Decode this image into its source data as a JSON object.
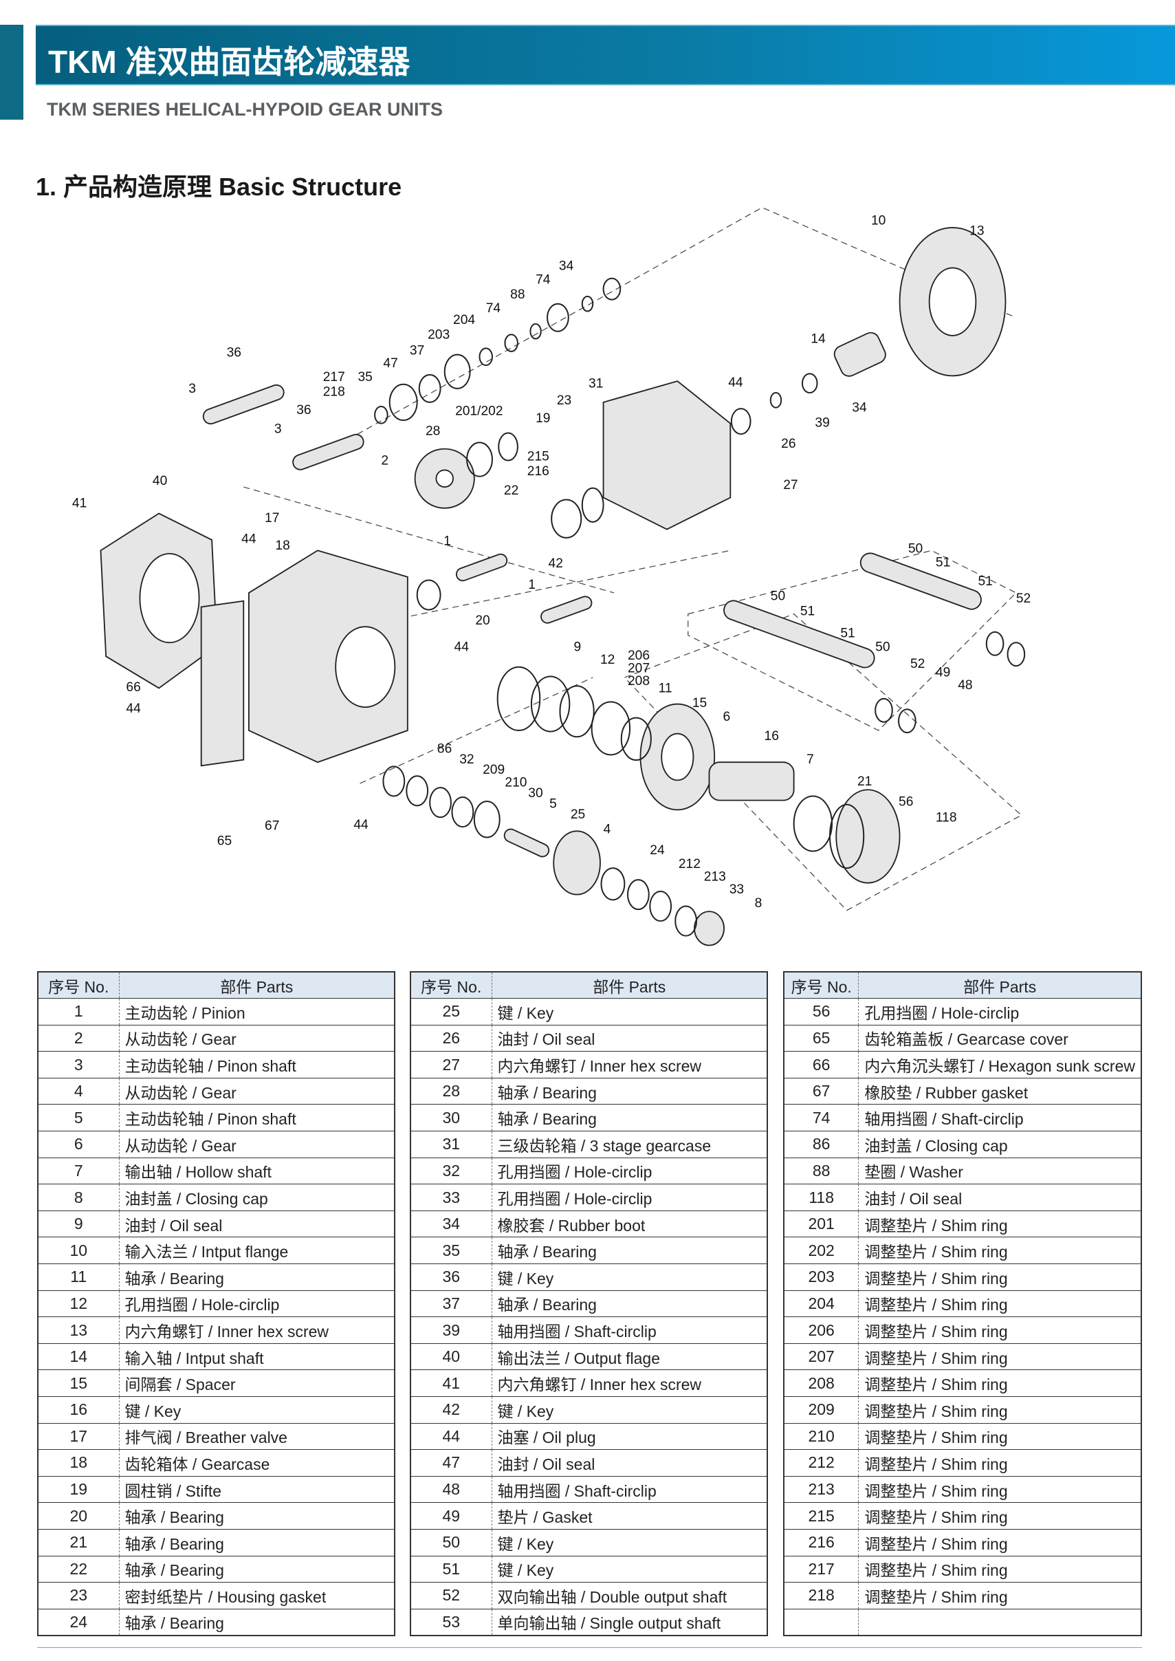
{
  "header": {
    "title": "TKM 准双曲面齿轮减速器",
    "subtitle": "TKM SERIES HELICAL-HYPOID GEAR UNITS",
    "section": "1. 产品构造原理 Basic Structure"
  },
  "diagram": {
    "labels": [
      "10",
      "13",
      "34",
      "74",
      "88",
      "74",
      "204",
      "203",
      "37",
      "47",
      "36",
      "3",
      "217",
      "218",
      "35",
      "36",
      "3",
      "201/202",
      "28",
      "2",
      "19",
      "23",
      "31",
      "44",
      "14",
      "34",
      "39",
      "26",
      "27",
      "215",
      "216",
      "22",
      "40",
      "41",
      "17",
      "44",
      "18",
      "1",
      "42",
      "1",
      "20",
      "44",
      "66",
      "44",
      "65",
      "67",
      "44",
      "9",
      "12",
      "206",
      "207",
      "208",
      "11",
      "15",
      "6",
      "16",
      "7",
      "21",
      "56",
      "118",
      "86",
      "32",
      "209",
      "210",
      "30",
      "5",
      "25",
      "4",
      "24",
      "212",
      "213",
      "33",
      "8",
      "50",
      "51",
      "51",
      "52",
      "50",
      "51",
      "51",
      "50",
      "52",
      "49",
      "48"
    ]
  },
  "tables": [
    {
      "header": {
        "no": "序号 No.",
        "parts": "部件 Parts"
      },
      "rows": [
        [
          "1",
          "主动齿轮 / Pinion"
        ],
        [
          "2",
          "从动齿轮 / Gear"
        ],
        [
          "3",
          "主动齿轮轴 / Pinon shaft"
        ],
        [
          "4",
          "从动齿轮 / Gear"
        ],
        [
          "5",
          "主动齿轮轴 / Pinon shaft"
        ],
        [
          "6",
          "从动齿轮 / Gear"
        ],
        [
          "7",
          "输出轴 / Hollow shaft"
        ],
        [
          "8",
          "油封盖 / Closing cap"
        ],
        [
          "9",
          "油封 / Oil seal"
        ],
        [
          "10",
          "输入法兰 / Intput flange"
        ],
        [
          "11",
          "轴承 / Bearing"
        ],
        [
          "12",
          "孔用挡圈 / Hole-circlip"
        ],
        [
          "13",
          "内六角螺钉 / Inner hex screw"
        ],
        [
          "14",
          "输入轴 / Intput shaft"
        ],
        [
          "15",
          "间隔套 / Spacer"
        ],
        [
          "16",
          "键 / Key"
        ],
        [
          "17",
          "排气阀 / Breather valve"
        ],
        [
          "18",
          "齿轮箱体 / Gearcase"
        ],
        [
          "19",
          "圆柱销 / Stifte"
        ],
        [
          "20",
          "轴承 / Bearing"
        ],
        [
          "21",
          "轴承 / Bearing"
        ],
        [
          "22",
          "轴承 / Bearing"
        ],
        [
          "23",
          "密封纸垫片 / Housing gasket"
        ],
        [
          "24",
          "轴承 / Bearing"
        ]
      ]
    },
    {
      "header": {
        "no": "序号 No.",
        "parts": "部件 Parts"
      },
      "rows": [
        [
          "25",
          "键 / Key"
        ],
        [
          "26",
          "油封 / Oil seal"
        ],
        [
          "27",
          "内六角螺钉 / Inner hex screw"
        ],
        [
          "28",
          "轴承 / Bearing"
        ],
        [
          "30",
          "轴承 / Bearing"
        ],
        [
          "31",
          "三级齿轮箱 / 3 stage gearcase"
        ],
        [
          "32",
          "孔用挡圈 / Hole-circlip"
        ],
        [
          "33",
          "孔用挡圈 / Hole-circlip"
        ],
        [
          "34",
          "橡胶套 / Rubber boot"
        ],
        [
          "35",
          "轴承 / Bearing"
        ],
        [
          "36",
          "键 / Key"
        ],
        [
          "37",
          "轴承 / Bearing"
        ],
        [
          "39",
          "轴用挡圈 / Shaft-circlip"
        ],
        [
          "40",
          "输出法兰 / Output flage"
        ],
        [
          "41",
          "内六角螺钉 / Inner hex screw"
        ],
        [
          "42",
          "键 / Key"
        ],
        [
          "44",
          "油塞 / Oil plug"
        ],
        [
          "47",
          "油封 / Oil seal"
        ],
        [
          "48",
          "轴用挡圈 / Shaft-circlip"
        ],
        [
          "49",
          "垫片 / Gasket"
        ],
        [
          "50",
          "键 / Key"
        ],
        [
          "51",
          "键 / Key"
        ],
        [
          "52",
          "双向输出轴 / Double output shaft"
        ],
        [
          "53",
          "单向输出轴 / Single output shaft"
        ]
      ]
    },
    {
      "header": {
        "no": "序号 No.",
        "parts": "部件 Parts"
      },
      "rows": [
        [
          "56",
          "孔用挡圈 / Hole-circlip"
        ],
        [
          "65",
          "齿轮箱盖板 / Gearcase cover"
        ],
        [
          "66",
          "内六角沉头螺钉 / Hexagon sunk screw"
        ],
        [
          "67",
          "橡胶垫 / Rubber gasket"
        ],
        [
          "74",
          "轴用挡圈 / Shaft-circlip"
        ],
        [
          "86",
          "油封盖 / Closing cap"
        ],
        [
          "88",
          "垫圈 / Washer"
        ],
        [
          "118",
          "油封 / Oil seal"
        ],
        [
          "201",
          "调整垫片 / Shim ring"
        ],
        [
          "202",
          "调整垫片 / Shim ring"
        ],
        [
          "203",
          "调整垫片 / Shim ring"
        ],
        [
          "204",
          "调整垫片 / Shim ring"
        ],
        [
          "206",
          "调整垫片 / Shim ring"
        ],
        [
          "207",
          "调整垫片 / Shim ring"
        ],
        [
          "208",
          "调整垫片 / Shim ring"
        ],
        [
          "209",
          "调整垫片 / Shim ring"
        ],
        [
          "210",
          "调整垫片 / Shim ring"
        ],
        [
          "212",
          "调整垫片 / Shim ring"
        ],
        [
          "213",
          "调整垫片 / Shim ring"
        ],
        [
          "215",
          "调整垫片 / Shim ring"
        ],
        [
          "216",
          "调整垫片 / Shim ring"
        ],
        [
          "217",
          "调整垫片 / Shim ring"
        ],
        [
          "218",
          "调整垫片 / Shim ring"
        ],
        [
          "",
          ""
        ]
      ]
    }
  ],
  "colors": {
    "banner": "#0a7aa3",
    "table_header": "#dde8f3"
  }
}
